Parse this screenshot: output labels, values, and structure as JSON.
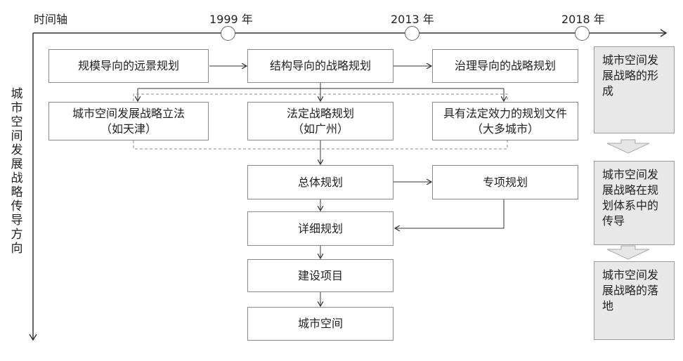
{
  "timeline": {
    "label": "时间轴",
    "years": [
      "1999 年",
      "2013 年",
      "2018 年"
    ]
  },
  "vertical_axis_label": "城市空间发展战略传导方向",
  "row1": [
    "规模导向的远景规划",
    "结构导向的战略规划",
    "治理导向的战略规划"
  ],
  "row2": [
    {
      "line1": "城市空间发展战略立法",
      "line2": "（如天津）"
    },
    {
      "line1": "法定战略规划",
      "line2": "（如广州）"
    },
    {
      "line1": "具有法定效力的规划文件",
      "line2": "（大多城市）"
    }
  ],
  "chain": {
    "overall": "总体规划",
    "special": "专项规划",
    "detailed": "详细规划",
    "project": "建设项目",
    "space": "城市空间"
  },
  "side_stages": [
    "城市空间发展战略的形成",
    "城市空间发展战略在规划体系中的传导",
    "城市空间发展战略的落地"
  ],
  "colors": {
    "line": "#333333",
    "box_border": "#8a8a8a",
    "side_fill": "#e8e8e8",
    "dashed": "#888888"
  }
}
